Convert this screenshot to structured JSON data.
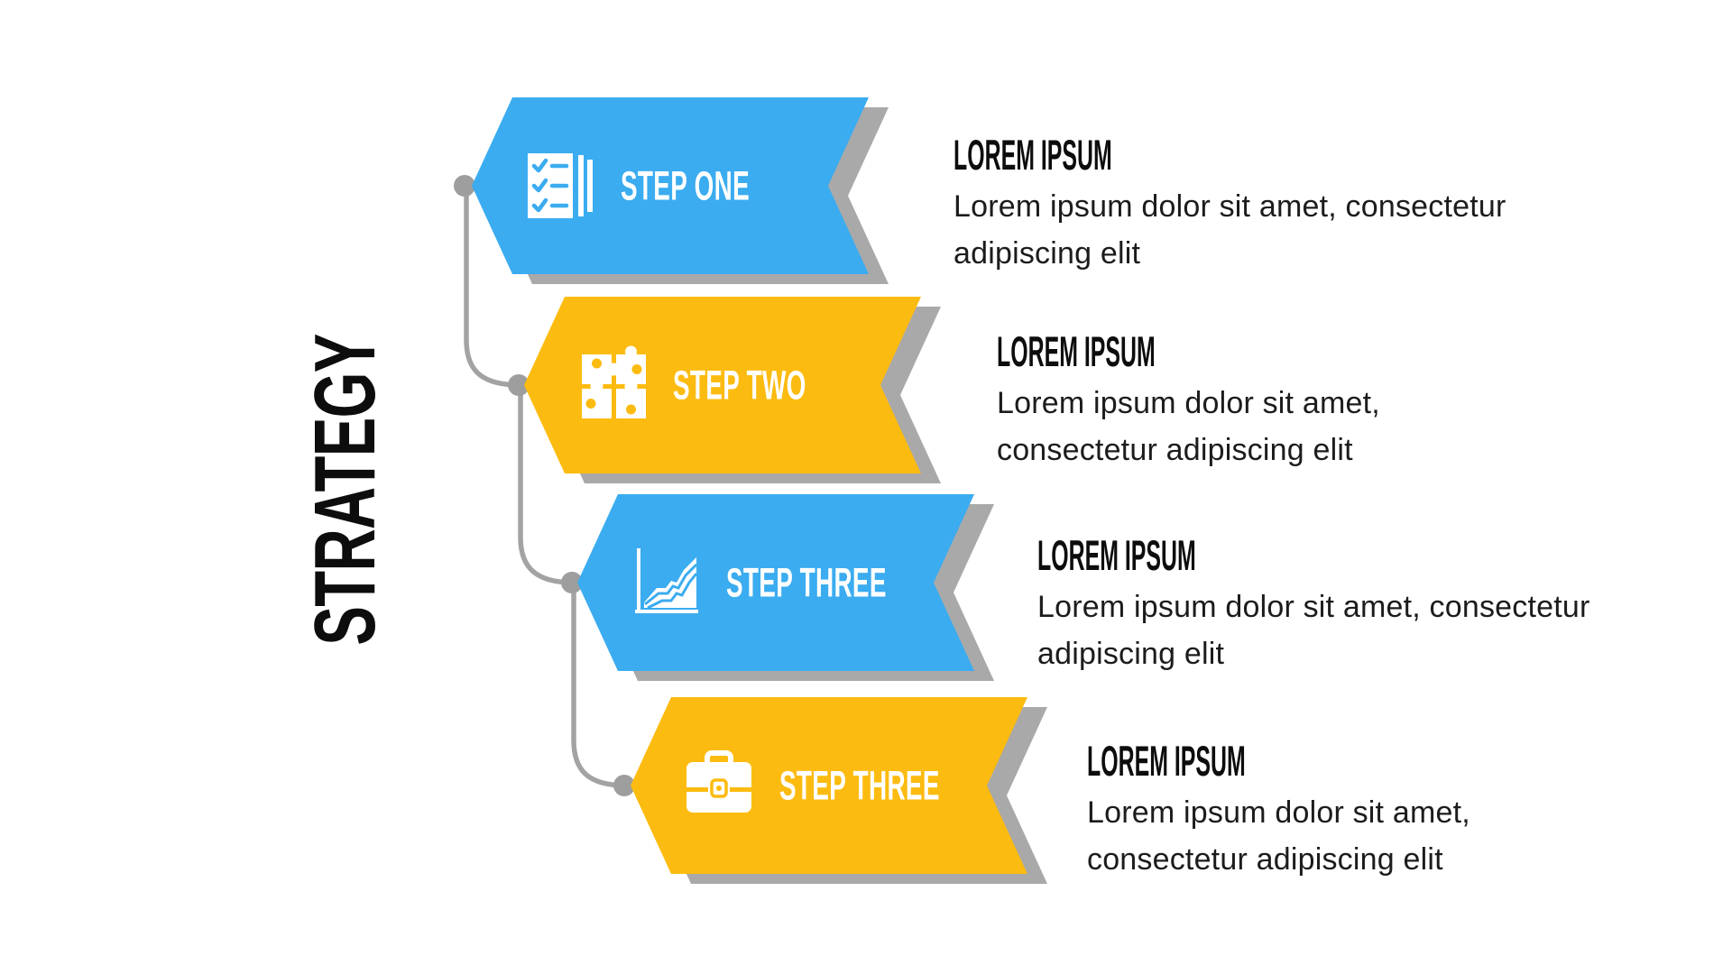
{
  "title": "STRATEGY",
  "colors": {
    "blue": "#3BACF0",
    "yellow": "#FCBB10",
    "shadow_gray": "#A9A9A9",
    "connector_gray": "#9E9E9E",
    "heading_black": "#0D0D0D",
    "body_text": "#1C1C1C",
    "banner_text_white": "#FFFFFF"
  },
  "steps": [
    {
      "label": "STEP ONE",
      "banner_color": "blue",
      "icon": "checklist-icon",
      "heading": "LOREM IPSUM",
      "desc_lines": [
        "Lorem ipsum dolor sit amet, consectetur",
        "adipiscing elit"
      ]
    },
    {
      "label": "STEP TWO",
      "banner_color": "yellow",
      "icon": "puzzle-icon",
      "heading": "LOREM IPSUM",
      "desc_lines": [
        "Lorem ipsum dolor sit amet,",
        "consectetur adipiscing elit"
      ]
    },
    {
      "label": "STEP THREE",
      "banner_color": "blue",
      "icon": "area-chart-icon",
      "heading": "LOREM IPSUM",
      "desc_lines": [
        "Lorem ipsum dolor sit amet, consectetur",
        "adipiscing elit"
      ]
    },
    {
      "label": "STEP THREE",
      "banner_color": "yellow",
      "icon": "briefcase-icon",
      "heading": "LOREM IPSUM",
      "desc_lines": [
        "Lorem ipsum dolor sit amet,",
        "consectetur adipiscing elit"
      ]
    }
  ]
}
